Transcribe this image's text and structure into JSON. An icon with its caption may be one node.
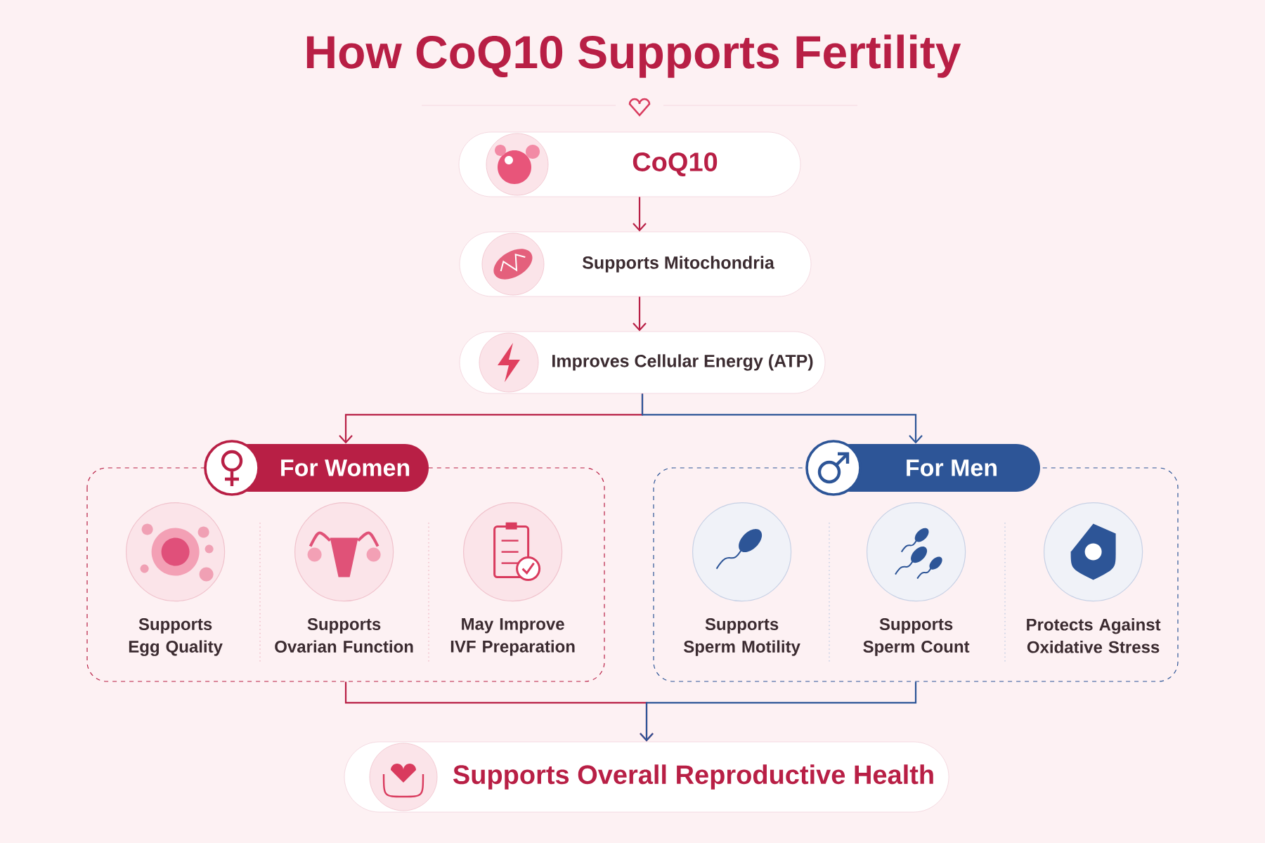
{
  "diagram": {
    "title": "How CoQ10 Supports Fertility",
    "nodes": [
      {
        "text": [
          "CoQ10"
        ]
      },
      {
        "text": [
          "Supports Mitochondria"
        ]
      },
      {
        "text": [
          "Improves Cellular Energy (ATP)"
        ]
      },
      {
        "text": [
          "For Women"
        ]
      },
      {
        "text": [
          "Supports Egg Quality"
        ],
        "in": 3
      },
      {
        "text": [
          "Supports Ovarian Function"
        ],
        "in": 3
      },
      {
        "text": [
          "May Improve IVF Preparation"
        ],
        "in": 3
      },
      {
        "text": [
          "For Men"
        ]
      },
      {
        "text": [
          "Supports Sperm Motility"
        ],
        "in": 7
      },
      {
        "text": [
          "Supports Sperm Count"
        ],
        "in": 7
      },
      {
        "text": [
          "Protects Against Oxidative Stress"
        ],
        "in": 7
      },
      {
        "text": [
          "Supports Overall Reproductive Health"
        ]
      }
    ],
    "edges": [
      {
        "from": 0,
        "to": 1,
        "arrow": "to"
      },
      {
        "from": 1,
        "to": 2,
        "arrow": "to"
      },
      {
        "from": 2,
        "to": 3,
        "arrow": "to"
      },
      {
        "from": 2,
        "to": 7,
        "arrow": "to",
        "color": "#2d5597"
      },
      {
        "from": 3,
        "to": 11,
        "arrow": "to"
      },
      {
        "from": 7,
        "to": 11,
        "arrow": "to",
        "color": "#2d5597"
      }
    ]
  }
}
